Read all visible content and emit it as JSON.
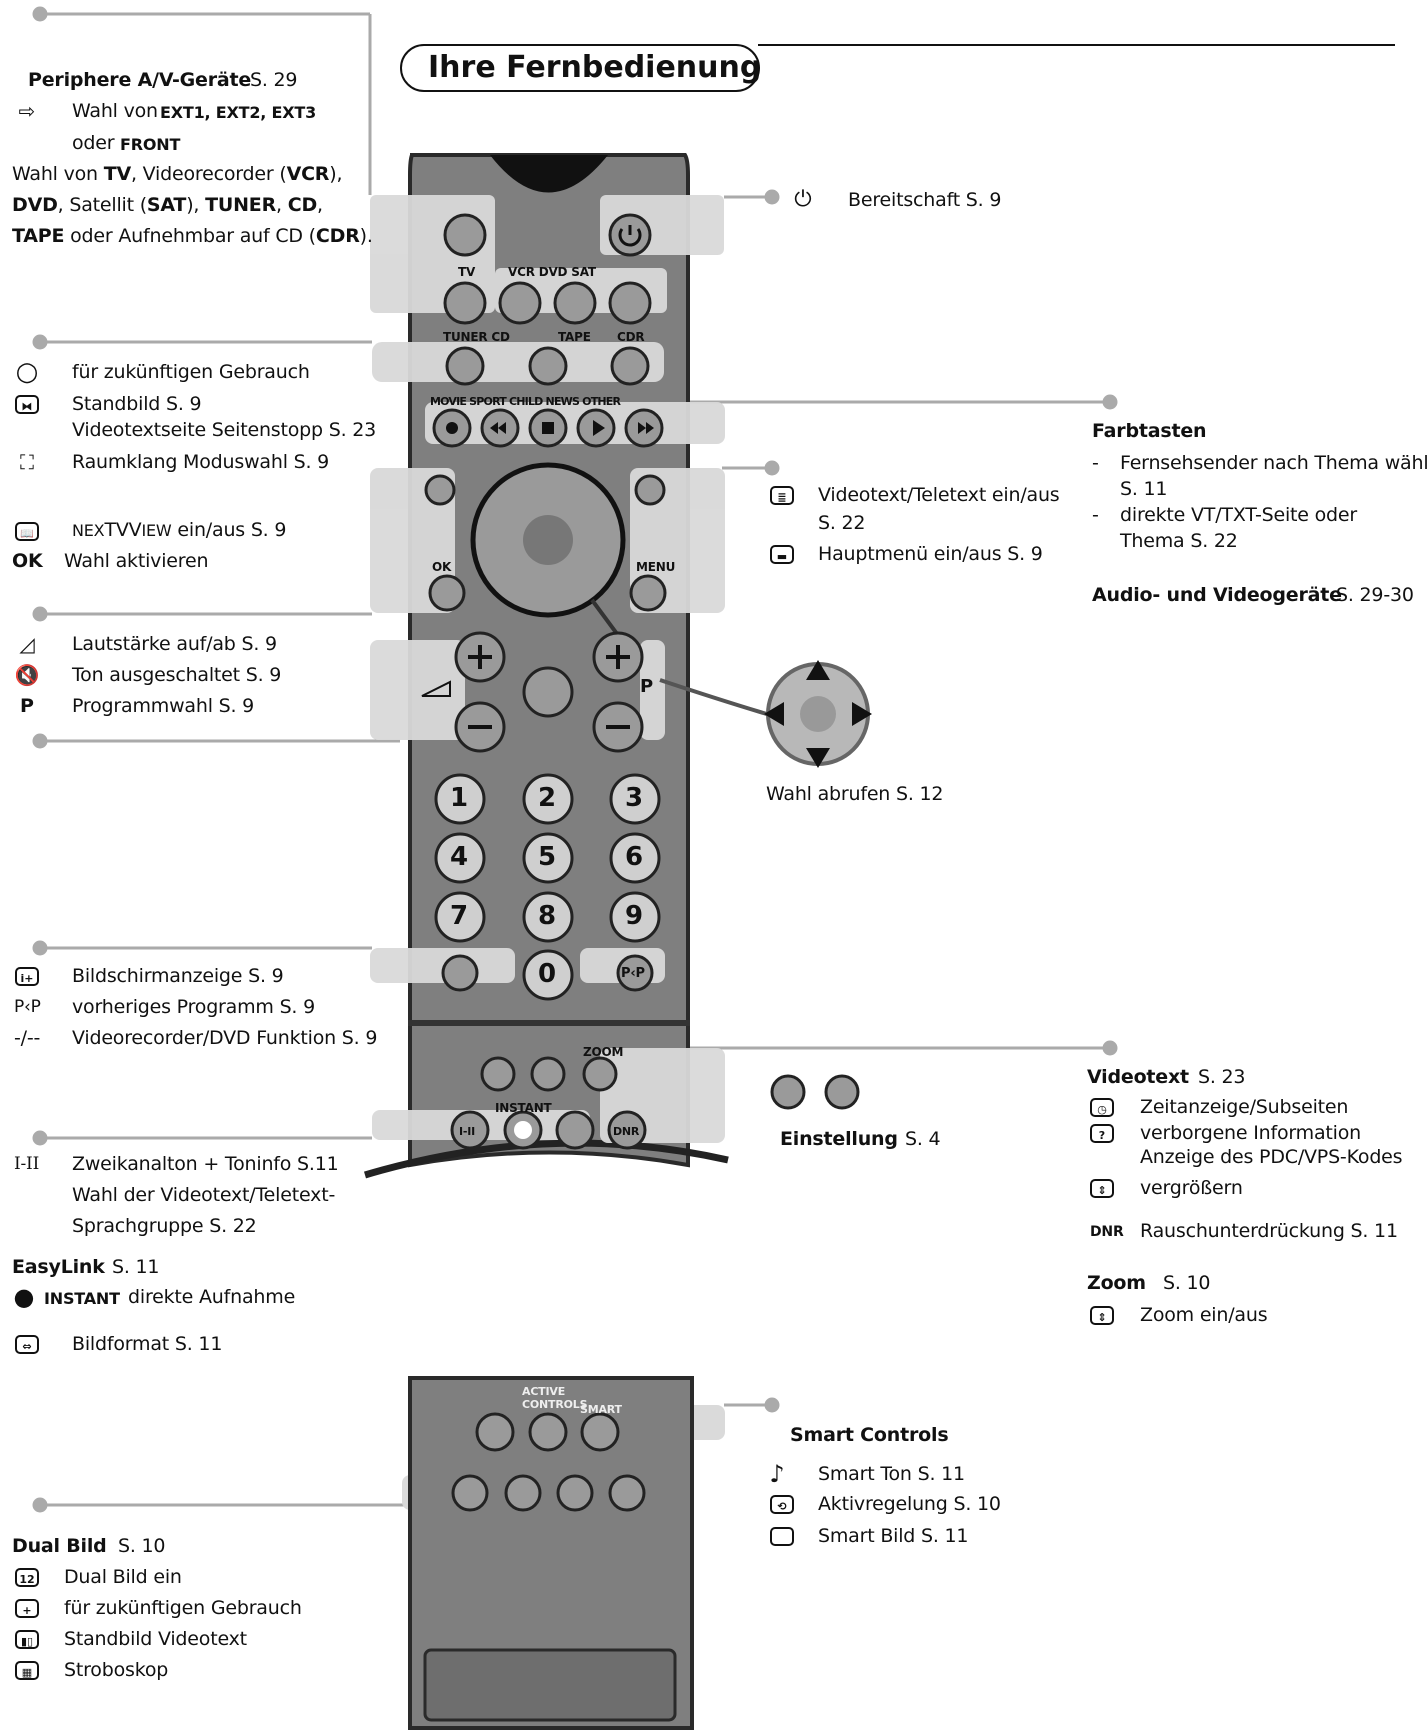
{
  "title": "Ihre Fernbedienung",
  "left": {
    "peripheral_heading": "Periphere A/V-Geräte",
    "peripheral_page": "S. 29",
    "wahl_von_1": "Wahl von",
    "ext_labels": "EXT1, EXT2, EXT3",
    "oder": "oder",
    "front": "FRONT",
    "line_tv_1": "Wahl von",
    "line_tv_2": "TV",
    "line_tv_3": ", Videorecorder (",
    "line_tv_4": "VCR",
    "line_tv_5": "),",
    "line_dvd_1": "DVD",
    "line_dvd_2": ", Satellit (",
    "line_dvd_3": "SAT",
    "line_dvd_4": "), ",
    "line_dvd_5": "TUNER",
    "line_dvd_6": ", ",
    "line_dvd_7": "CD",
    "line_dvd_8": ",",
    "line_tape_1": "TAPE",
    "line_tape_2": " oder Aufnehmbar auf CD (",
    "line_tape_3": "CDR",
    "line_tape_4": ").",
    "future_use": "für zukünftigen Gebrauch",
    "standbild": "Standbild   S. 9",
    "videotextseite": "Videotextseite Seitenstopp S. 23",
    "raumklang": "Raumklang Moduswahl   S. 9",
    "nextview_pre": "NEX",
    "nextview_mid": "TV",
    "nextview_small": "IEW",
    "nextview_v": "V",
    "nextview_post": " ein/aus   S. 9",
    "ok_label": "OK",
    "ok_text": "Wahl aktivieren",
    "lautstaerke": "Lautstärke auf/ab   S. 9",
    "ton_aus": "Ton ausgeschaltet   S. 9",
    "p_label": "P",
    "programmwahl": "Programmwahl   S. 9",
    "bildschirmanzeige": "Bildschirmanzeige   S. 9",
    "pp_label": "P‹P",
    "vorheriges": "vorheriges Programm   S. 9",
    "dash_label": "-/--",
    "videorecorder_dvd": "Videorecorder/DVD Funktion   S. 9",
    "i_ii_label": "I-II",
    "zweikanal": "Zweikanalton + Toninfo   S.11",
    "wahl_videotext": "Wahl der Videotext/Teletext-",
    "sprachgruppe": "Sprachgruppe     S. 22",
    "easylink": "EasyLink",
    "easylink_page": "S. 11",
    "instant": "INSTANT",
    "direkte_aufnahme": "direkte Aufnahme",
    "bildformat": "Bildformat   S. 11",
    "dual_bild_heading": "Dual Bild",
    "dual_bild_page": "S. 10",
    "dual_bild_ein": "Dual Bild ein",
    "future_use_2": "für zukünftigen Gebrauch",
    "standbild_videotext": "Standbild  Videotext",
    "stroboskop": "Stroboskop"
  },
  "right": {
    "bereitschaft": "Bereitschaft  S. 9",
    "farbtasten": "Farbtasten",
    "fernseh_1": "Fernsehsender nach Thema wählen",
    "fernseh_2": "S. 11",
    "direkte_1": "direkte VT/TXT-Seite oder",
    "direkte_2": "Thema   S. 22",
    "dash": "-",
    "audio_video": "Audio- und Videogeräte",
    "audio_video_page": "S. 29-30",
    "videotext_ein": "Videotext/Teletext ein/aus",
    "videotext_ein_page": "S. 22",
    "hauptmenu": "Hauptmenü ein/aus   S. 9",
    "wahl_abrufen": "Wahl abrufen  S. 12",
    "einstellung": "Einstellung",
    "einstellung_page": "S. 4",
    "videotext_heading": "Videotext",
    "videotext_page": "S. 23",
    "zeitanzeige": "Zeitanzeige/Subseiten",
    "verborgene": "verborgene Information",
    "anzeige_pdc": "Anzeige des PDC/VPS-Kodes",
    "vergroessern": "vergrößern",
    "dnr_label": "DNR",
    "rauschunter": "Rauschunterdrückung   S. 11",
    "zoom_heading": "Zoom",
    "zoom_page": "S. 10",
    "zoom_ein": "Zoom ein/aus",
    "smart_controls": "Smart Controls",
    "smart_ton": "Smart Ton   S. 11",
    "aktivregelung": "Aktivregelung   S. 10",
    "smart_bild": "Smart Bild   S. 11"
  },
  "remote": {
    "label_tv": "TV",
    "label_vcr_dvd_sat": "VCR DVD SAT",
    "label_tuner_cd": "TUNER CD",
    "label_tape": "TAPE",
    "label_cdr": "CDR",
    "label_themes": "MOVIE SPORT CHILD NEWS OTHER",
    "label_ok": "OK",
    "label_menu": "MENU",
    "label_p": "P",
    "digits": [
      "1",
      "2",
      "3",
      "4",
      "5",
      "6",
      "7",
      "8",
      "9",
      "0"
    ],
    "label_zoom": "ZOOM",
    "label_instant": "INSTANT",
    "label_dnr": "DNR",
    "label_i_ii": "I-II",
    "label_pp": "P‹P",
    "label_active_controls": "ACTIVE CONTROLS",
    "label_smart": "SMART"
  }
}
